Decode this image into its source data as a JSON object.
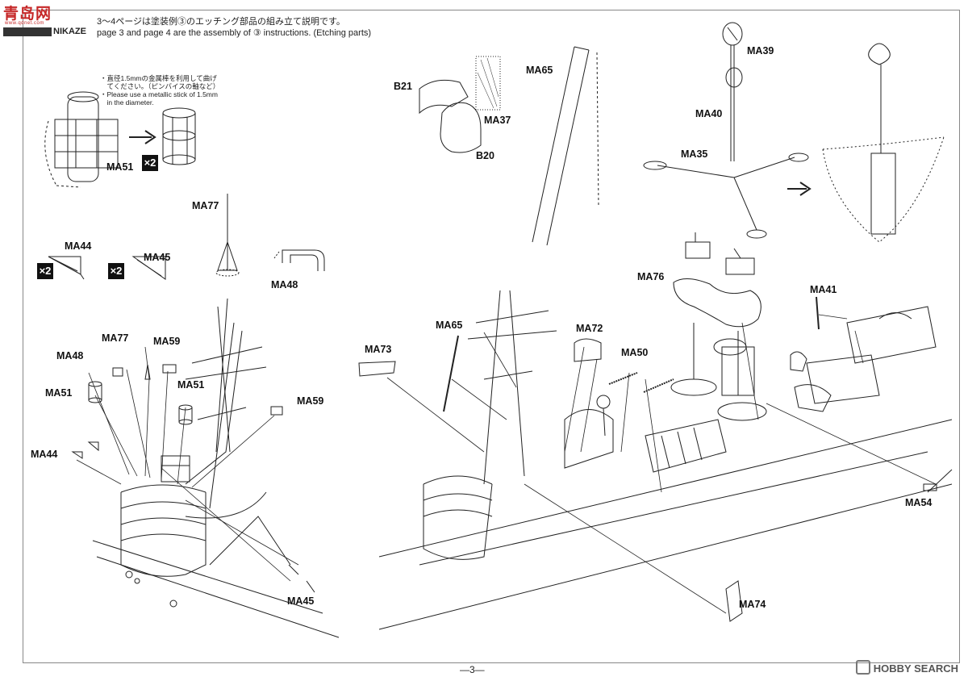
{
  "header": {
    "logo_text": "青岛网",
    "logo_sub": "www.qdnet.com",
    "series_name": "NIKAZE",
    "note_jp": "3〜4ページは塗装例③のエッチング部品の組み立て説明です。",
    "note_en": "page 3 and page 4 are the assembly of ③ instructions. (Etching parts)"
  },
  "tip": {
    "jp1": "・直径1.5mmの金属棒を利用して曲げ",
    "jp2": "　てください。（ピンバイスの軸など）",
    "en1": "・Please use a metallic stick of 1.5mm",
    "en2": "　in the diameter."
  },
  "multiplier": "×2",
  "labels": {
    "ma51_top": "MA51",
    "ma77_top": "MA77",
    "ma44_top": "MA44",
    "ma45_top": "MA45",
    "ma48_top": "MA48",
    "ma77": "MA77",
    "ma59_a": "MA59",
    "ma48": "MA48",
    "ma51_a": "MA51",
    "ma51_b": "MA51",
    "ma59_b": "MA59",
    "ma44": "MA44",
    "ma45": "MA45",
    "b21": "B21",
    "ma37": "MA37",
    "b20": "B20",
    "ma65_top": "MA65",
    "ma39": "MA39",
    "ma40": "MA40",
    "ma35": "MA35",
    "ma76": "MA76",
    "ma41": "MA41",
    "ma65": "MA65",
    "ma72": "MA72",
    "ma73": "MA73",
    "ma50": "MA50",
    "ma54": "MA54",
    "ma74": "MA74"
  },
  "footer": {
    "page": "—3—",
    "watermark": "HOBBY SEARCH"
  }
}
